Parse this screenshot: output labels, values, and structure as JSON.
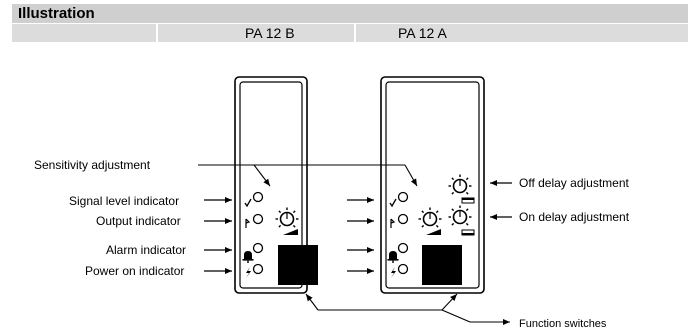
{
  "header": {
    "title": "Illustration"
  },
  "columns": [
    "PA 12 B",
    "PA 12 A"
  ],
  "labels": {
    "sensitivity": "Sensitivity adjustment",
    "signal_level": "Signal level indicator",
    "output": "Output indicator",
    "alarm": "Alarm indicator",
    "power_on": "Power on indicator",
    "off_delay": "Off delay adjustment",
    "on_delay": "On delay adjustment",
    "function_switches": "Function switches"
  },
  "icons": {
    "signal": "check-icon",
    "output": "output-flag-icon",
    "alarm": "bell-icon",
    "power": "lightning-icon",
    "knob": "rotary-knob-icon"
  }
}
